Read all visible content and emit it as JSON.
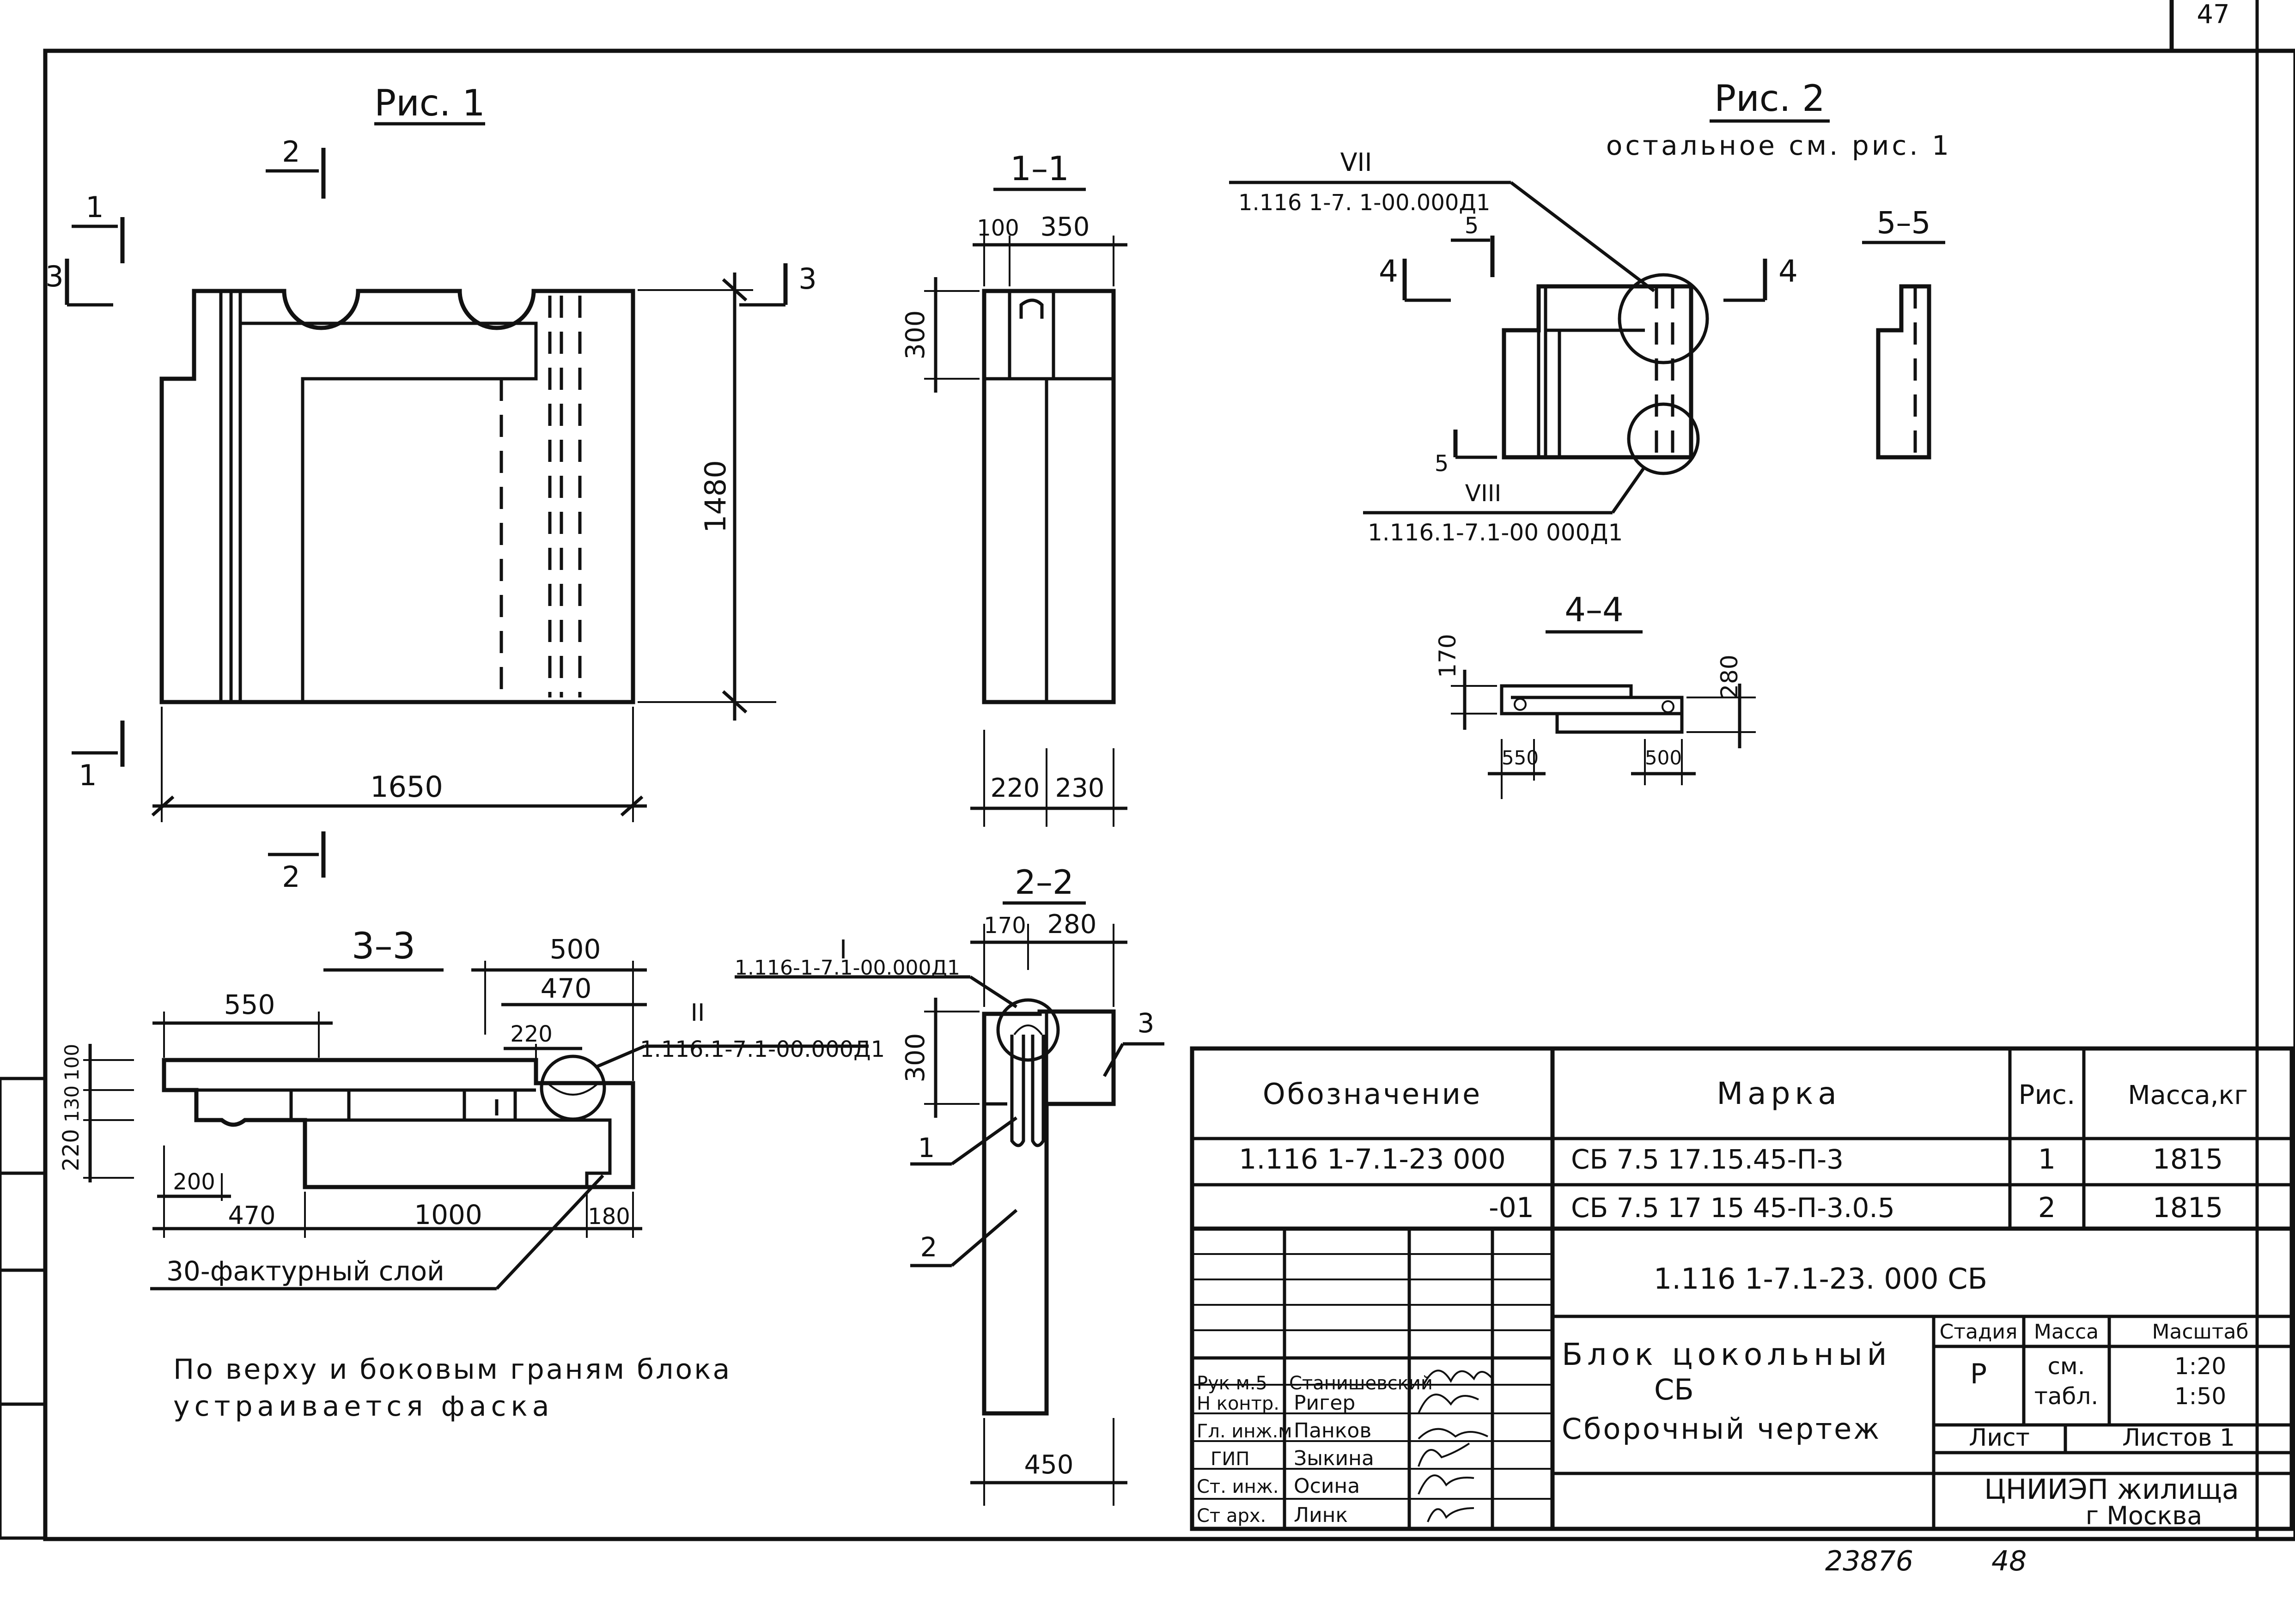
{
  "page_number": "47",
  "fig1": {
    "title": "Рис. 1",
    "cut1": "1",
    "cut2": "2",
    "cut3": "3",
    "dim_height": "1480",
    "dim_width": "1650"
  },
  "sec11": {
    "title": "1–1",
    "dim_top_a": "100",
    "dim_top_b": "350",
    "dim_side": "300",
    "dim_bot_a": "220",
    "dim_bot_b": "230"
  },
  "fig2": {
    "title": "Рис. 2",
    "subtitle": "остальное см. рис. 1",
    "node_vii": "VII",
    "node_vii_ref": "1.116 1-7. 1-00.000Д1",
    "node_viii": "VIII",
    "node_viii_ref": "1.116.1-7.1-00 000Д1",
    "cut4": "4",
    "cut5": "5"
  },
  "sec55": {
    "title": "5–5"
  },
  "sec44": {
    "title": "4–4",
    "dim_left": "170",
    "dim_right": "280",
    "dim_a": "550",
    "dim_b": "500"
  },
  "sec33": {
    "title": "3–3",
    "dim_550": "550",
    "dim_500": "500",
    "dim_470_top": "470",
    "dim_220_top": "220",
    "dim_left_100": "100",
    "dim_left_130": "130",
    "dim_left_220": "220",
    "dim_200": "200",
    "dim_470": "470",
    "dim_1000": "1000",
    "dim_180": "180",
    "node_ii": "II",
    "node_ii_ref": "1.116.1-7.1-00.000Д1",
    "layer": "30-фактурный слой"
  },
  "sec22": {
    "title": "2–2",
    "dim_170": "170",
    "dim_280": "280",
    "dim_300": "300",
    "dim_450": "450",
    "node_i": "I",
    "node_i_ref": "1.116-1-7.1-00.000Д1",
    "pos1": "1",
    "pos2": "2",
    "pos3": "3"
  },
  "note": {
    "line1": "По верху и боковым граням блока",
    "line2": "устраивается фаска"
  },
  "spec": {
    "headers": [
      "Обозначение",
      "Марка",
      "Рис.",
      "Масса,кг"
    ],
    "rows": [
      [
        "1.116 1-7.1-23 000",
        "СБ 7.5 17.15.45-П-3",
        "1",
        "1815"
      ],
      [
        "-01",
        "СБ 7.5 17 15 45-П-3.0.5",
        "2",
        "1815"
      ]
    ]
  },
  "titleblock": {
    "doc_code": "1.116 1-7.1-23. 000 СБ",
    "title_line1": "Блок цокольный",
    "title_line2": "СБ",
    "title_line3": "Сборочный чертеж",
    "stage_h": "Стадия",
    "mass_h": "Масса",
    "scale_h": "Масштаб",
    "stage": "Р",
    "mass_1": "см.",
    "mass_2": "табл.",
    "scale_1": "1:20",
    "scale_2": "1:50",
    "sheet_h": "Лист",
    "sheets_h": "Листов 1",
    "org_1": "ЦНИИЭП жилища",
    "org_2": "г Москва",
    "signers": [
      {
        "role": "Рук м.5",
        "name": "Станишевский"
      },
      {
        "role": "Н контр.",
        "name": "Ригер"
      },
      {
        "role": "Гл. инж.м",
        "name": "Панков"
      },
      {
        "role": "ГИП",
        "name": "Зыкина"
      },
      {
        "role": "Ст. инж.",
        "name": "Осина"
      },
      {
        "role": "Ст арх.",
        "name": "Линк"
      }
    ]
  },
  "footer": {
    "archive_no": "23876",
    "page": "48"
  }
}
